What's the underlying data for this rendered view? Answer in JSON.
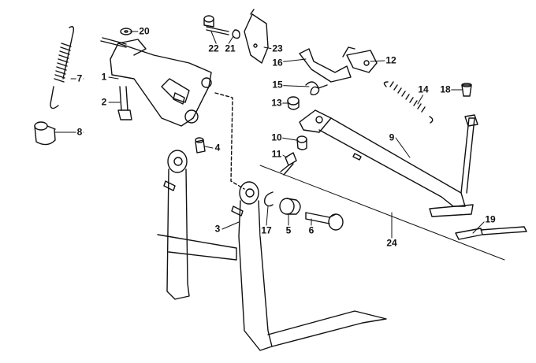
{
  "diagram": {
    "type": "exploded parts diagram",
    "callouts": {
      "p1": "1",
      "p2": "2",
      "p3": "3",
      "p4": "4",
      "p5": "5",
      "p6": "6",
      "p7": "7",
      "p8": "8",
      "p9": "9",
      "p10": "10",
      "p11": "11",
      "p12": "12",
      "p13": "13",
      "p14": "14",
      "p15": "15",
      "p16": "16",
      "p17": "17",
      "p18": "18",
      "p19": "19",
      "p20": "20",
      "p21": "21",
      "p22": "22",
      "p23": "23",
      "p24": "24"
    }
  }
}
